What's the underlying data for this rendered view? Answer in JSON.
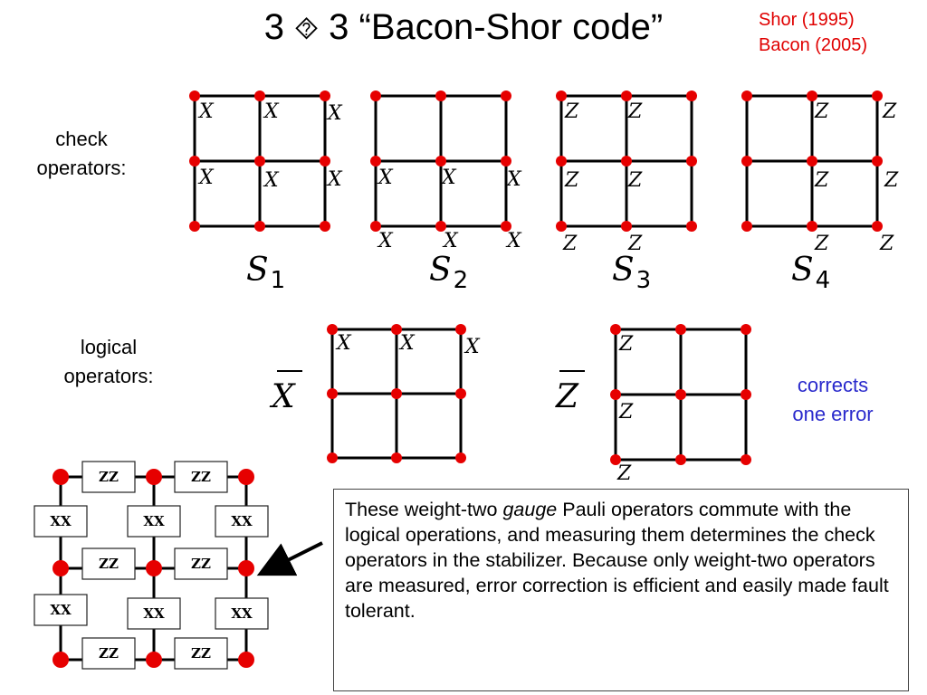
{
  "title": {
    "left": "3",
    "glyph": "⯑",
    "right": "3 “Bacon-Shor code”"
  },
  "citations": [
    "Shor (1995)",
    "Bacon (2005)"
  ],
  "check_label": [
    "check",
    "operators:"
  ],
  "logical_label": [
    "logical",
    "operators:"
  ],
  "corrects": [
    "corrects",
    "one error"
  ],
  "ops": {
    "X": "X",
    "Z": "Z"
  },
  "stabilizers": [
    {
      "letter": "S",
      "index": "1"
    },
    {
      "letter": "S",
      "index": "2"
    },
    {
      "letter": "S",
      "index": "3"
    },
    {
      "letter": "S",
      "index": "4"
    }
  ],
  "logicals": {
    "x": "X",
    "z": "Z"
  },
  "gauge": {
    "zz": "ZZ",
    "xx": "XX"
  },
  "explanation": {
    "part1": "These weight-two ",
    "emph": "gauge",
    "part2": " Pauli operators commute with the logical operations, and measuring them determines the check operators in the stabilizer. Because only weight-two operators are measured, error correction is efficient and easily made fault tolerant."
  },
  "colors": {
    "node": "#e60000",
    "citation": "#e00000",
    "corrects": "#2a2acc",
    "line": "#000000"
  }
}
